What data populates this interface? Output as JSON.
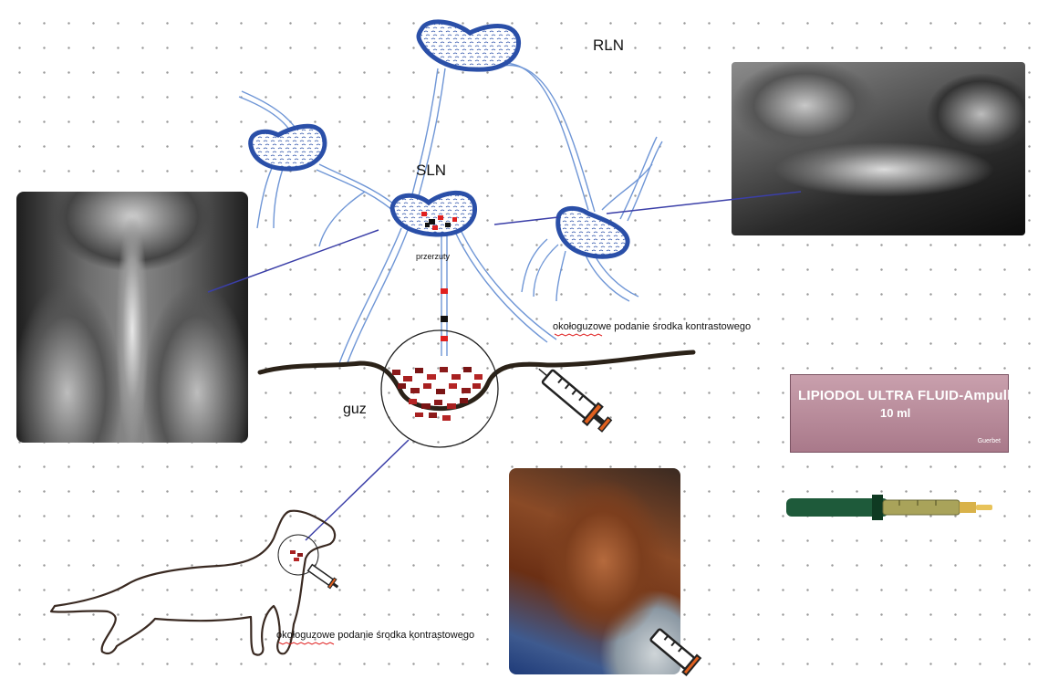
{
  "labels": {
    "rln": "RLN",
    "sln": "SLN",
    "metastases": "przerzuty",
    "tumor": "guz",
    "injection_top": "okołoguzowe podanie środka kontrastowego",
    "injection_bottom": "okołoguzowe podanie środka kontrastowego"
  },
  "product_box": {
    "name": "LIPIODOL ULTRA FLUID-Ampullen",
    "volume": "10 ml",
    "manufacturer": "Guerbet"
  },
  "colors": {
    "node_outline": "#2a4fa8",
    "lymph_vessel": "#6f96d6",
    "skin_line": "#2b2218",
    "tumor_cells": "#8b1a1a",
    "metastasis_red": "#e0201f",
    "pointer_line": "#3b3fa8"
  },
  "icons": [
    "syringe-icon",
    "dog-outline-icon",
    "lymph-node-icon"
  ]
}
